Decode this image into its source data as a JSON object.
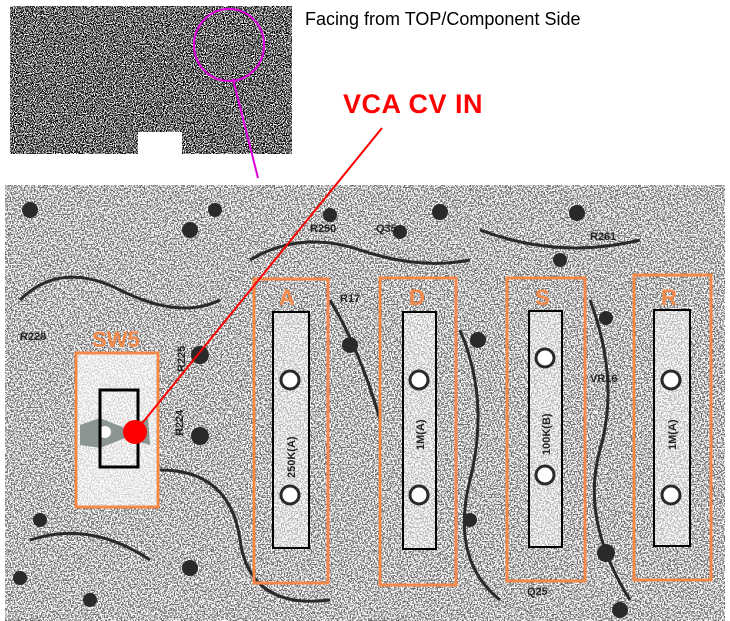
{
  "header": {
    "title": "Facing from TOP/Component Side",
    "callout": "VCA CV IN"
  },
  "switch": {
    "label": "SW5"
  },
  "faders": [
    {
      "label": "A",
      "value": "250K(A)"
    },
    {
      "label": "D",
      "value": "1M(A)"
    },
    {
      "label": "S",
      "value": "100K(B)"
    },
    {
      "label": "R",
      "value": "1M(A)"
    }
  ],
  "silkscreen": [
    "Q25",
    "VR16",
    "R17",
    "R224",
    "R225",
    "R228",
    "R250",
    "Q35",
    "R261"
  ],
  "colors": {
    "highlight_box": "#f5894a",
    "callout": "#ff0000",
    "magnifier": "#e000e0"
  }
}
